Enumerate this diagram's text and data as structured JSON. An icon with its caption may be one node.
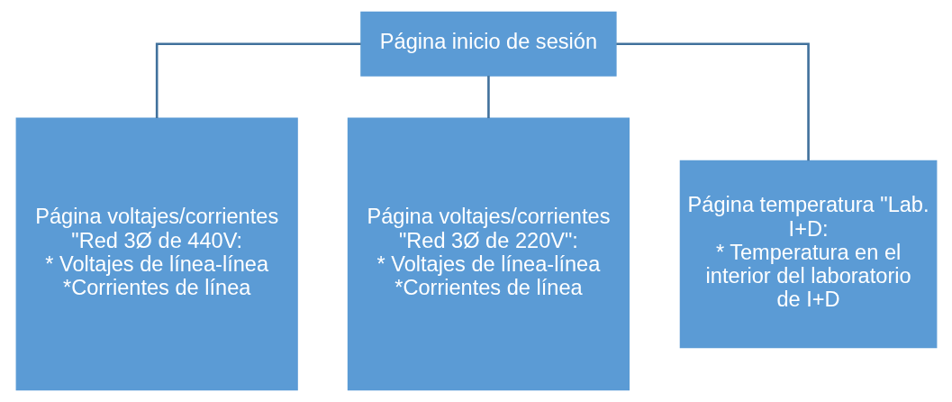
{
  "diagram": {
    "nodes": [
      {
        "text": [
          "Página inicio de sesión"
        ]
      },
      {
        "text": [
          "Página voltajes/corrientes \"Red 3Ø de 440V:",
          "* Voltajes de línea-línea",
          "*Corrientes de línea"
        ]
      },
      {
        "text": [
          "Página voltajes/corrientes \"Red 3Ø de 220V\":",
          "* Voltajes de línea-línea",
          "*Corrientes de línea"
        ]
      },
      {
        "text": [
          "Página temperatura \"Lab. I+D:",
          "* Temperatura en el interior del laboratorio de I+D"
        ]
      }
    ],
    "edges": [
      {
        "from": 0,
        "to": 1,
        "arrow": "none"
      },
      {
        "from": 0,
        "to": 2,
        "arrow": "none"
      },
      {
        "from": 0,
        "to": 3,
        "arrow": "none"
      }
    ]
  }
}
